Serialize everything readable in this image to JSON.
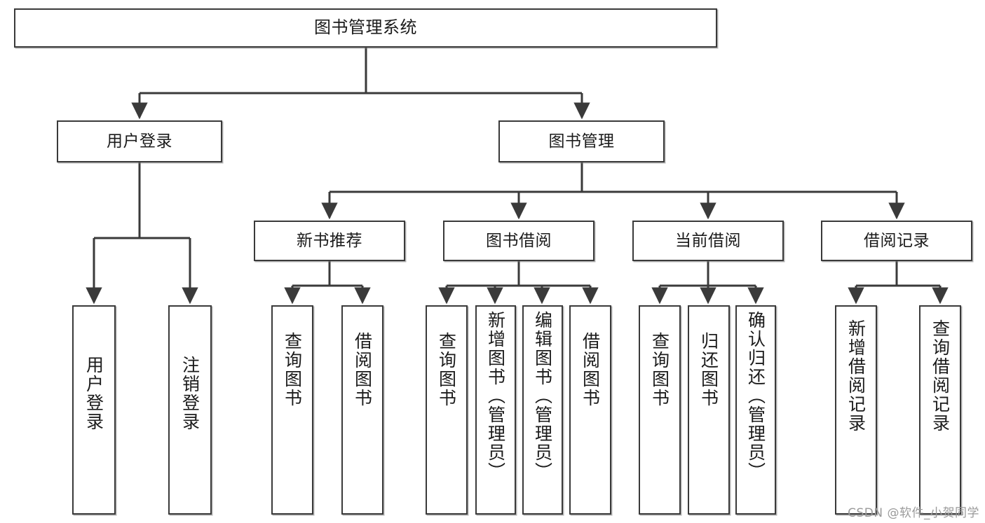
{
  "diagram": {
    "type": "tree-hierarchy",
    "title": "图书管理系统",
    "watermark": "CSDN @软件_小贺同学",
    "levels": 4,
    "colors": {
      "background": "#ffffff",
      "box_border": "#3a3a3a",
      "box_fill": "#ffffff",
      "edge": "#3a3a3a",
      "text": "#1b1b1b",
      "watermark": "#9a9a9a"
    },
    "root": {
      "label": "图书管理系统"
    },
    "level2": [
      {
        "label": "用户登录"
      },
      {
        "label": "图书管理"
      }
    ],
    "level3": [
      {
        "label": "新书推荐"
      },
      {
        "label": "图书借阅"
      },
      {
        "label": "当前借阅"
      },
      {
        "label": "借阅记录"
      }
    ],
    "leaves": {
      "user_login": [
        {
          "label": "用户登录"
        },
        {
          "label": "注销登录"
        }
      ],
      "new_book_recommend": [
        {
          "label": "查询图书"
        },
        {
          "label": "借阅图书"
        }
      ],
      "book_borrow": [
        {
          "label": "查询图书"
        },
        {
          "label": "新增图书（管理员）"
        },
        {
          "label": "编辑图书（管理员）"
        },
        {
          "label": "借阅图书"
        }
      ],
      "current_borrow": [
        {
          "label": "查询图书"
        },
        {
          "label": "归还图书"
        },
        {
          "label": "确认归还（管理员）"
        }
      ],
      "borrow_record": [
        {
          "label": "新增借阅记录"
        },
        {
          "label": "查询借阅记录"
        }
      ]
    }
  }
}
